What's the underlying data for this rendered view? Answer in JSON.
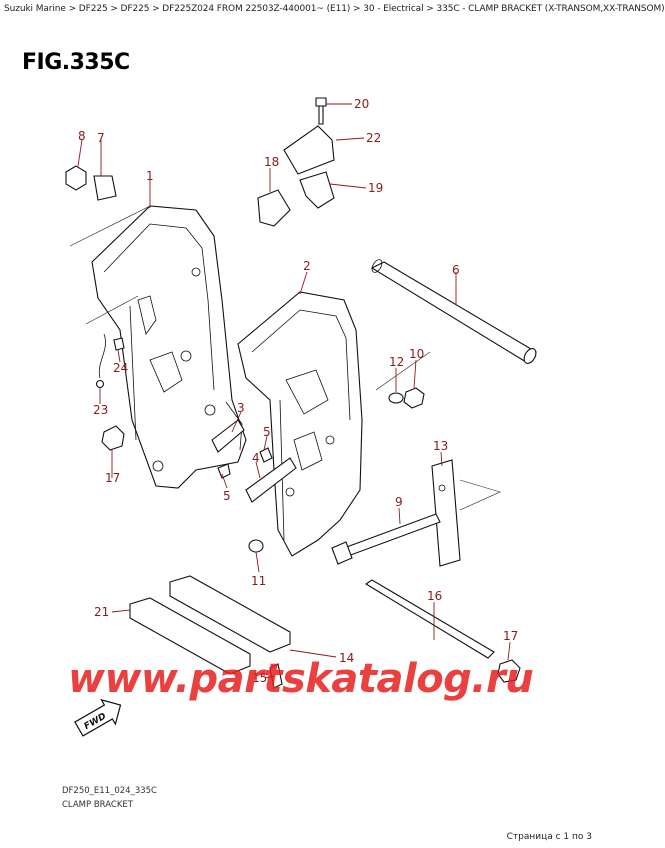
{
  "breadcrumb": "Suzuki Marine > DF225 > DF225 > DF225Z024 FROM 22503Z-440001~ (E11) > 30 - Electrical > 335C - CLAMP BRACKET (X-TRANSOM,XX-TRANSOM)",
  "figure": {
    "title": "FIG.335C",
    "code": "DF250_E11_024_335C",
    "name": "CLAMP BRACKET"
  },
  "callouts": [
    "1",
    "2",
    "3",
    "4",
    "5",
    "5",
    "6",
    "7",
    "8",
    "9",
    "10",
    "11",
    "12",
    "13",
    "14",
    "15",
    "16",
    "17",
    "17",
    "18",
    "19",
    "20",
    "21",
    "22",
    "23",
    "24"
  ],
  "watermark": "www.partskatalog.ru",
  "fwd_label": "FWD",
  "pagination": "Страница с 1 по 3",
  "colors": {
    "callout": "#8b1a1a",
    "watermark": "#e61e1e"
  }
}
